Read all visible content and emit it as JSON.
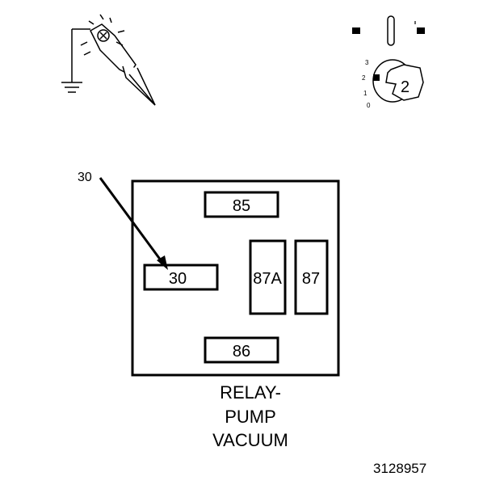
{
  "diagram": {
    "pointer_label": "30",
    "terminals": {
      "t85": "85",
      "t30": "30",
      "t87a": "87A",
      "t87": "87",
      "t86": "86"
    },
    "caption": {
      "line1": "RELAY-",
      "line2": "PUMP",
      "line3": "VACUUM"
    },
    "ignition": {
      "positions": [
        "3",
        "2",
        "1",
        "0"
      ],
      "key_position": "2"
    },
    "figure_number": "3128957"
  },
  "icons": {
    "test_light": "test-light-probe-icon",
    "ignition_key": "ignition-key-switch-icon"
  }
}
